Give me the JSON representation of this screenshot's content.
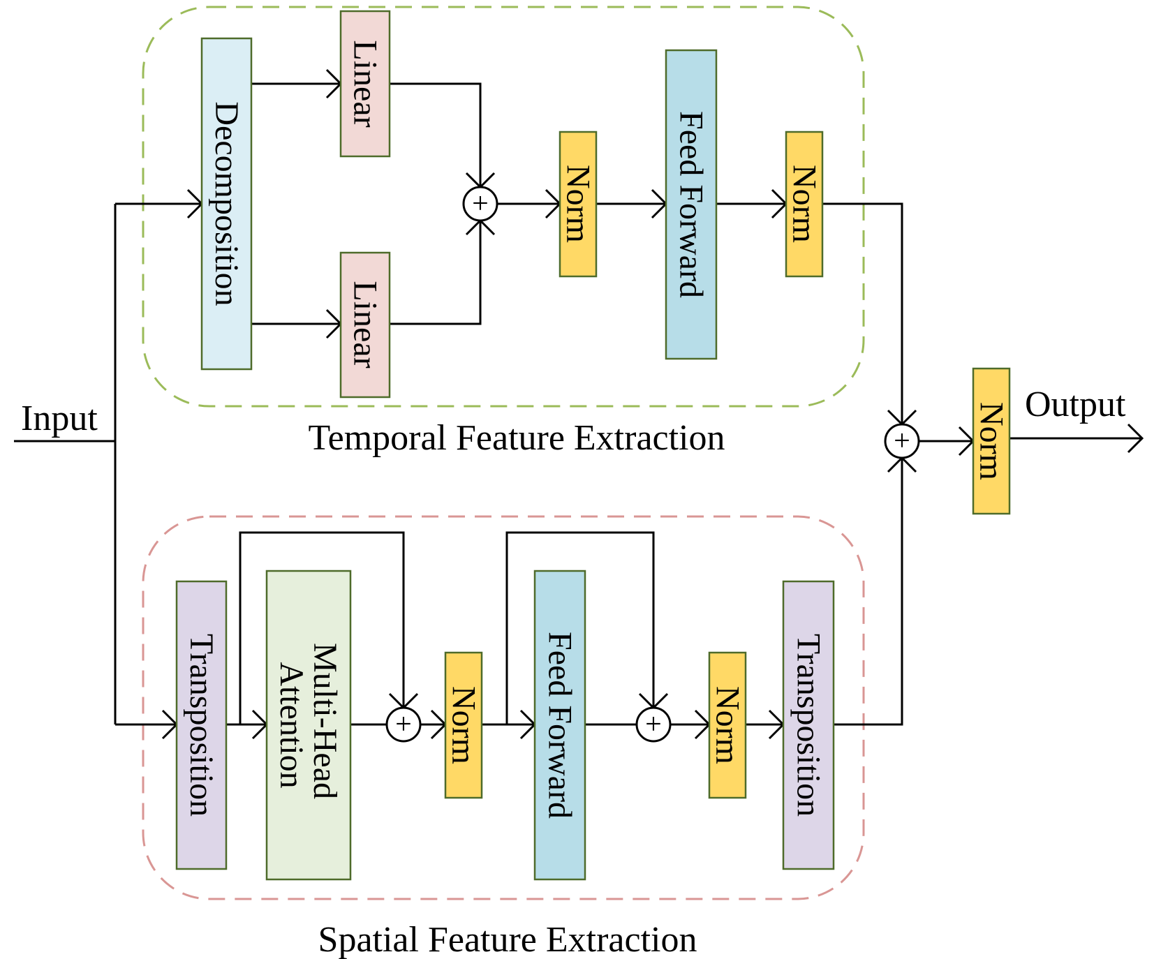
{
  "colors": {
    "decomposition": "#dbeef5",
    "linear": "#f2d9d6",
    "norm": "#ffd966",
    "feed_forward": "#b7dde8",
    "transposition": "#ddd6e8",
    "attention": "#e6efdc",
    "box_border": "#4e6b2a",
    "temporal_group_border": "#9bbb59",
    "spatial_group_border": "#d99694"
  },
  "io": {
    "input_label": "Input",
    "output_label": "Output"
  },
  "temporal": {
    "caption": "Temporal Feature Extraction",
    "decomposition": "Decomposition",
    "linear_top": "Linear",
    "linear_bottom": "Linear",
    "norm_1": "Norm",
    "feed_forward": "Feed Forward",
    "norm_2": "Norm"
  },
  "spatial": {
    "caption": "Spatial Feature Extraction",
    "transposition_1": "Transposition",
    "attention_line1": "Multi-Head",
    "attention_line2": "Attention",
    "norm_1": "Norm",
    "feed_forward": "Feed Forward",
    "norm_2": "Norm",
    "transposition_2": "Transposition"
  },
  "merge": {
    "norm": "Norm"
  },
  "icons": {
    "add_symbol": "+"
  }
}
